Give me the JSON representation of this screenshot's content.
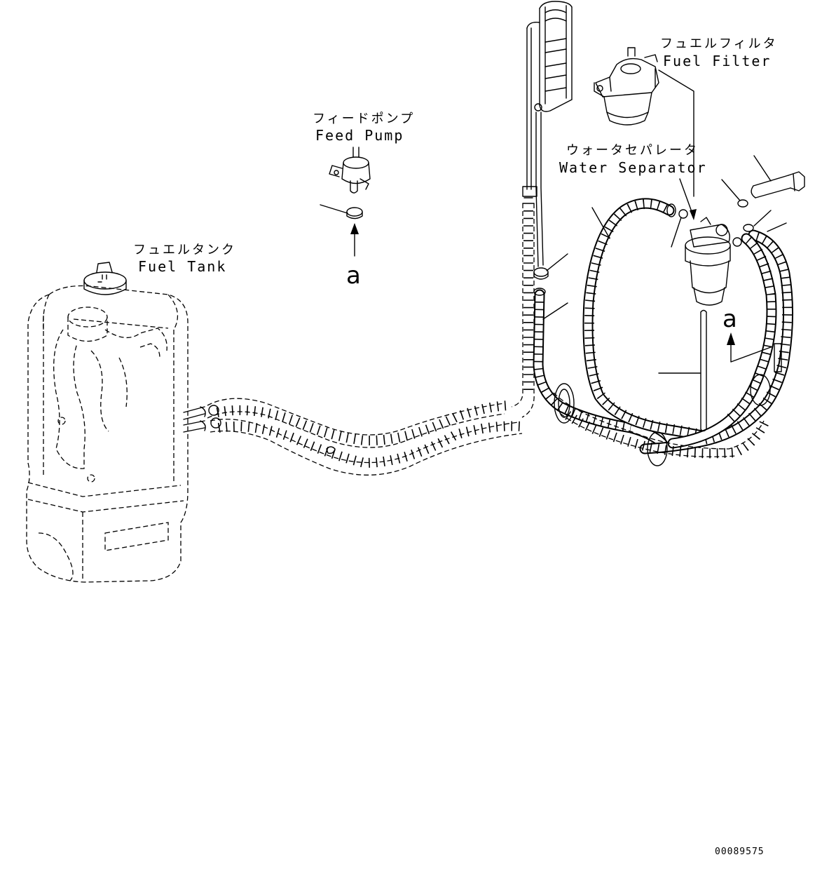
{
  "labels": {
    "fuel_filter_jp": "フュエルフィルタ",
    "fuel_filter_en": "Fuel Filter",
    "feed_pump_jp": "フィードポンプ",
    "feed_pump_en": "Feed Pump",
    "water_separator_jp": "ウォータセパレータ",
    "water_separator_en": "Water Separator",
    "fuel_tank_jp": "フュエルタンク",
    "fuel_tank_en": "Fuel Tank"
  },
  "view_markers": [
    "a",
    "a"
  ],
  "drawing_number": "00089575"
}
